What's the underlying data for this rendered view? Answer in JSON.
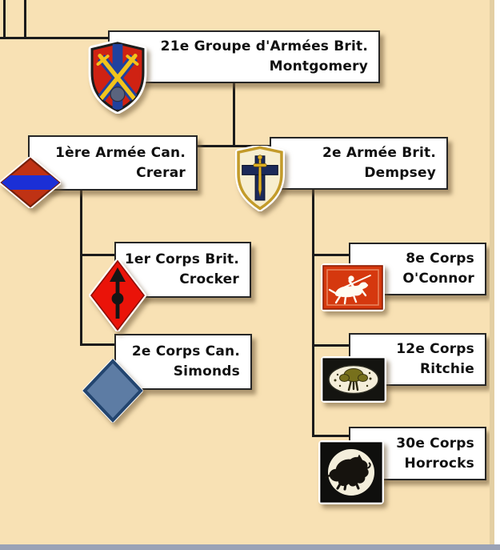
{
  "colors": {
    "background": "#F8E1B4",
    "connector": "#1B1B1B",
    "box_background": "#FFFFFF",
    "box_border": "#262626",
    "text": "#101010",
    "bottom_strip": "#9AA2B6",
    "page_margin": "#FFFFFF"
  },
  "nodes": {
    "army_group_21": {
      "unit": "21e Groupe d'Armées Brit.",
      "commander": "Montgomery",
      "icon": "shield-crossed-swords",
      "icon_colors": {
        "field": "#CF2213",
        "cross": "#20419E",
        "swords": "#F2C41C",
        "roundel": "#5A647E"
      }
    },
    "first_canadian_army": {
      "unit": "1ère Armée Can.",
      "commander": "Crerar",
      "icon": "red-lozenge-blue-band",
      "icon_colors": {
        "field": "#BF3214",
        "band": "#1B2FD6"
      }
    },
    "second_british_army": {
      "unit": "2e Armée Brit.",
      "commander": "Dempsey",
      "icon": "shield-blue-cross-gold-sword",
      "icon_colors": {
        "field": "#F7EECF",
        "cross": "#1B2A5A",
        "sword": "#E0B122"
      }
    },
    "first_british_corps": {
      "unit": "1er Corps Brit.",
      "commander": "Crocker",
      "icon": "red-lozenge-black-spear",
      "icon_colors": {
        "field": "#EA1309",
        "spear": "#151515"
      }
    },
    "second_canadian_corps": {
      "unit": "2e Corps Can.",
      "commander": "Simonds",
      "icon": "steel-blue-lozenge",
      "icon_colors": {
        "field": "#5D7CA4",
        "border": "#23456F"
      }
    },
    "eighth_corps": {
      "unit": "8e Corps",
      "commander": "O'Connor",
      "icon": "red-panel-white-knight",
      "icon_colors": {
        "field": "#D5380E",
        "figure": "#FFFDF2"
      }
    },
    "twelfth_corps": {
      "unit": "12e Corps",
      "commander": "Ritchie",
      "icon": "black-panel-white-oval-tree",
      "icon_colors": {
        "field": "#141410",
        "oval": "#F4EED9",
        "tree": "#77701C"
      }
    },
    "thirtieth_corps": {
      "unit": "30e Corps",
      "commander": "Horrocks",
      "icon": "black-square-white-roundel-boar",
      "icon_colors": {
        "field": "#0F0F0D",
        "roundel": "#F3EEDB",
        "boar": "#16130E"
      }
    }
  }
}
